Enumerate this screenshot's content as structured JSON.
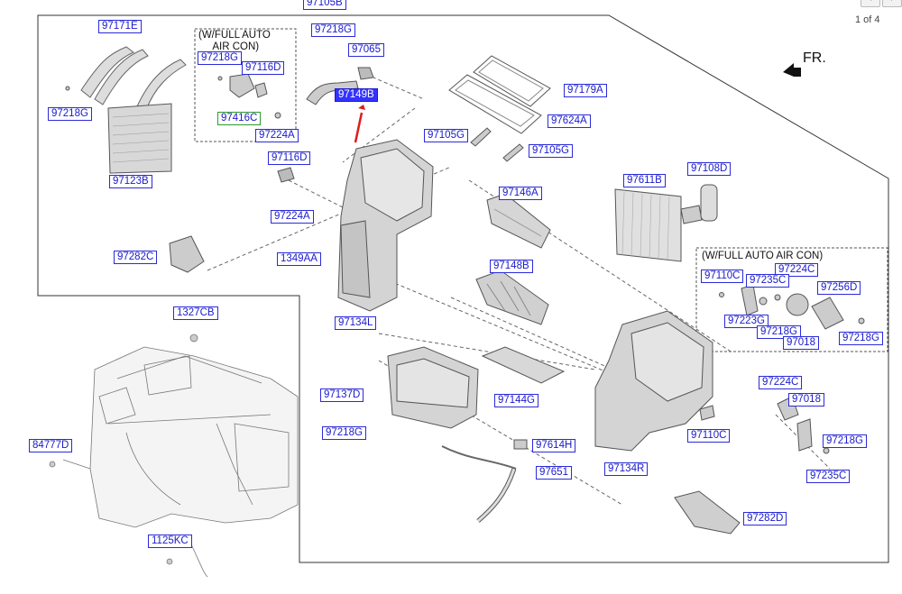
{
  "pager": {
    "indicator": "1 of 4",
    "prev_icon": "chevron-left-icon",
    "next_icon": "chevron-right-icon"
  },
  "direction": {
    "label": "FR.",
    "icon": "front-direction-arrow-icon"
  },
  "notes": {
    "auto_aircon_top": "(W/FULL AUTO\n     AIR CON)",
    "auto_aircon_right": "(W/FULL AUTO AIR CON)"
  },
  "colors": {
    "label_border": "#2b2bd9",
    "label_text": "#1a1acc",
    "highlight": "#3333ff",
    "pointer_arrow": "#e01b1b",
    "green_frame": "#2f9a2f"
  },
  "labels": {
    "p97105B": "97105B",
    "p97171E": "97171E",
    "p97218G_a": "97218G",
    "p97218G_b": "97218G",
    "p97116D_a": "97116D",
    "p97065": "97065",
    "p97218G_c": "97218G",
    "p97149B": "97149B",
    "p97416C": "97416C",
    "p97224A_a": "97224A",
    "p97179A": "97179A",
    "p97624A": "97624A",
    "p97105G_a": "97105G",
    "p97105G_b": "97105G",
    "p97123B": "97123B",
    "p97116D_b": "97116D",
    "p97146A": "97146A",
    "p97611B": "97611B",
    "p97108D": "97108D",
    "p97224A_b": "97224A",
    "p97282C": "97282C",
    "p1349AA": "1349AA",
    "p97148B": "97148B",
    "p97224C_a": "97224C",
    "p97110C_a": "97110C",
    "p97235C_a": "97235C",
    "p97256D": "97256D",
    "p1327CB": "1327CB",
    "p97134L": "97134L",
    "p97223G": "97223G",
    "p97218G_d": "97218G",
    "p97018_a": "97018",
    "p97218G_e": "97218G",
    "p97137D": "97137D",
    "p97144G": "97144G",
    "p97224C_b": "97224C",
    "p97018_b": "97018",
    "p97218G_f": "97218G",
    "p97110C_b": "97110C",
    "p97614H": "97614H",
    "p84777D": "84777D",
    "p97218G_g": "97218G",
    "p97134R": "97134R",
    "p97651": "97651",
    "p97235C_b": "97235C",
    "p97282D": "97282D",
    "p1125KC": "1125KC"
  }
}
